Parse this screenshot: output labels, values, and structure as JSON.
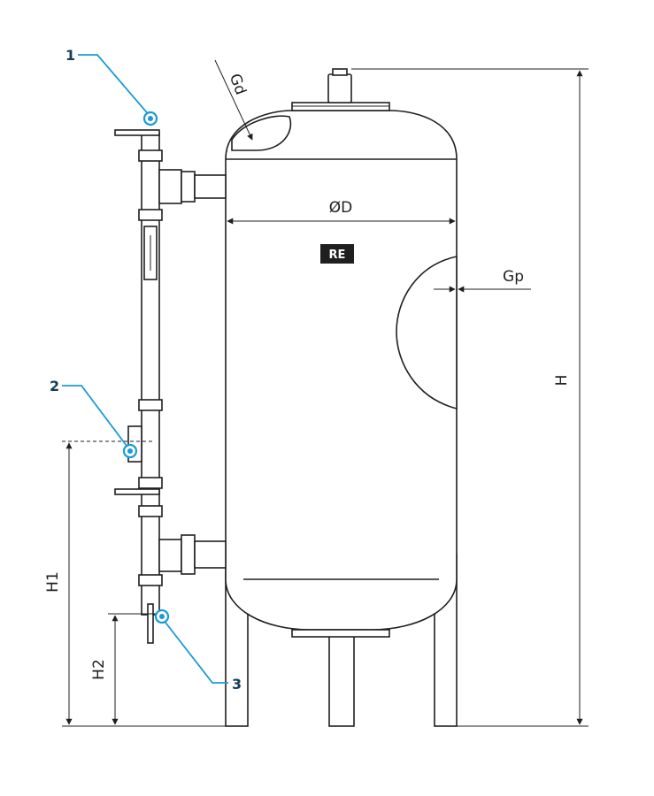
{
  "dimensions": {
    "gd": "Gd",
    "diameter": "ØD",
    "gp": "Gp",
    "height": "H",
    "h1": "H1",
    "h2": "H2"
  },
  "callouts": [
    {
      "number": "1"
    },
    {
      "number": "2"
    },
    {
      "number": "3"
    }
  ],
  "logo": {
    "text": "RE"
  },
  "colors": {
    "callout_accent": "#1a9ad6",
    "callout_number": "#123c5a",
    "line": "#1f1f1f"
  }
}
